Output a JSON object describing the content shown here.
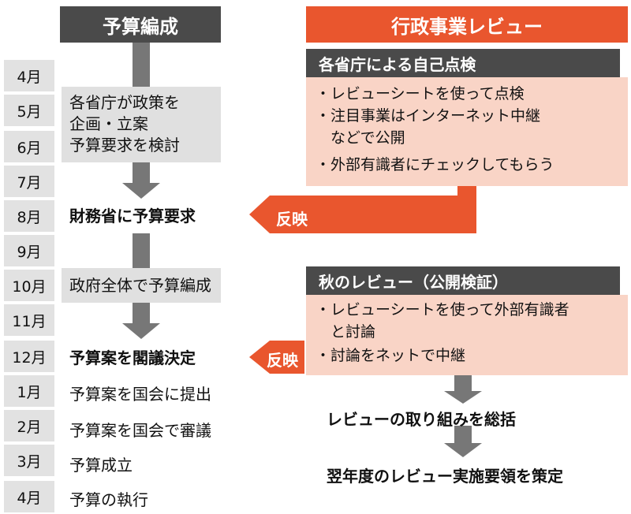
{
  "headers": {
    "budget": "予算編成",
    "review": "行政事業レビュー"
  },
  "months": [
    "4月",
    "5月",
    "6月",
    "7月",
    "8月",
    "9月",
    "10月",
    "11月",
    "12月",
    "1月",
    "2月",
    "3月",
    "4月"
  ],
  "left_box1_lines": [
    "各省庁が政策を",
    "企画・立案",
    "予算要求を検討"
  ],
  "left_steps": {
    "request": "財務省に予算要求",
    "whole_gov": "政府全体で予算編成",
    "cabinet": "予算案を閣議決定",
    "submit": "予算案を国会に提出",
    "deliberate": "予算案を国会で審議",
    "enact": "予算成立",
    "execute": "予算の執行"
  },
  "review1": {
    "title": "各省庁による自己点検",
    "bullets": [
      "・レビューシートを使って点検",
      "・注目事業はインターネット中継",
      "　などで公開",
      "・外部有識者にチェックしてもらう"
    ]
  },
  "review2": {
    "title": "秋のレビュー（公開検証）",
    "bullets": [
      "・レビューシートを使って外部有識者",
      "　と討論",
      "・討論をネットで中継"
    ]
  },
  "reflect_label": "反映",
  "right_steps": {
    "summary": "レビューの取り組みを総括",
    "next_year": "翌年度のレビュー実施要領を策定"
  },
  "colors": {
    "orange": "#e9562e",
    "peach": "#f9d4c6",
    "dark": "#4a4a4a",
    "gray": "#e0e0e0",
    "arrow": "#777777"
  }
}
